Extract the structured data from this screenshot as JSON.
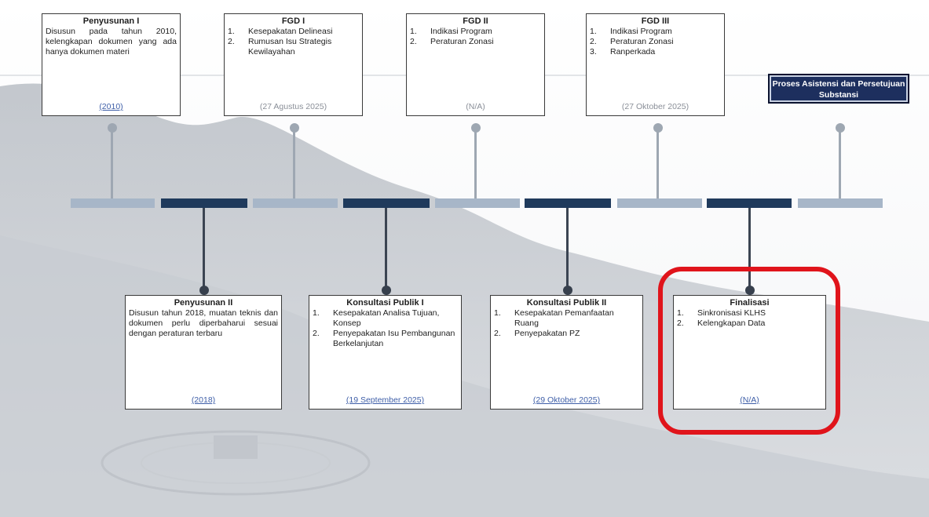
{
  "colors": {
    "timeline_light": "#a7b6c8",
    "timeline_dark": "#1f3a5c",
    "highlight": "#e0141b",
    "badge_bg": "#1d2f5e",
    "link": "#3f5fa8"
  },
  "top_milestones": [
    {
      "title": "Penyusunan I",
      "description": "Disusun pada tahun 2010, kelengkapan dokumen yang ada hanya dokumen materi",
      "items": [],
      "date": "(2010)"
    },
    {
      "title": "FGD I",
      "description": "",
      "items": [
        "Kesepakatan Delineasi",
        "Rumusan Isu Strategis Kewilayahan"
      ],
      "date": "(27 Agustus 2025)"
    },
    {
      "title": "FGD II",
      "description": "",
      "items": [
        "Indikasi Program",
        "Peraturan Zonasi"
      ],
      "date": "(N/A)"
    },
    {
      "title": "FGD III",
      "description": "",
      "items": [
        "Indikasi Program",
        "Peraturan Zonasi",
        "Ranperkada"
      ],
      "date": "(27 Oktober 2025)"
    }
  ],
  "bottom_milestones": [
    {
      "title": "Penyusunan II",
      "description": "Disusun tahun 2018, muatan teknis dan dokumen perlu diperbaharui sesuai dengan peraturan terbaru",
      "items": [],
      "date": "(2018)"
    },
    {
      "title": "Konsultasi Publik I",
      "description": "",
      "items": [
        "Kesepakatan Analisa Tujuan, Konsep",
        "Penyepakatan Isu Pembangunan Berkelanjutan"
      ],
      "date": "(19 September 2025)"
    },
    {
      "title": "Konsultasi Publik II",
      "description": "",
      "items": [
        "Kesepakatan Pemanfaatan Ruang",
        "Penyepakatan PZ"
      ],
      "date": "(29 Oktober 2025)"
    },
    {
      "title": "Finalisasi",
      "description": "",
      "items": [
        "Sinkronisasi KLHS",
        "Kelengkapan Data"
      ],
      "date": "(N/A)"
    }
  ],
  "process_badge": "Proses Asistensi dan Persetujuan Substansi"
}
